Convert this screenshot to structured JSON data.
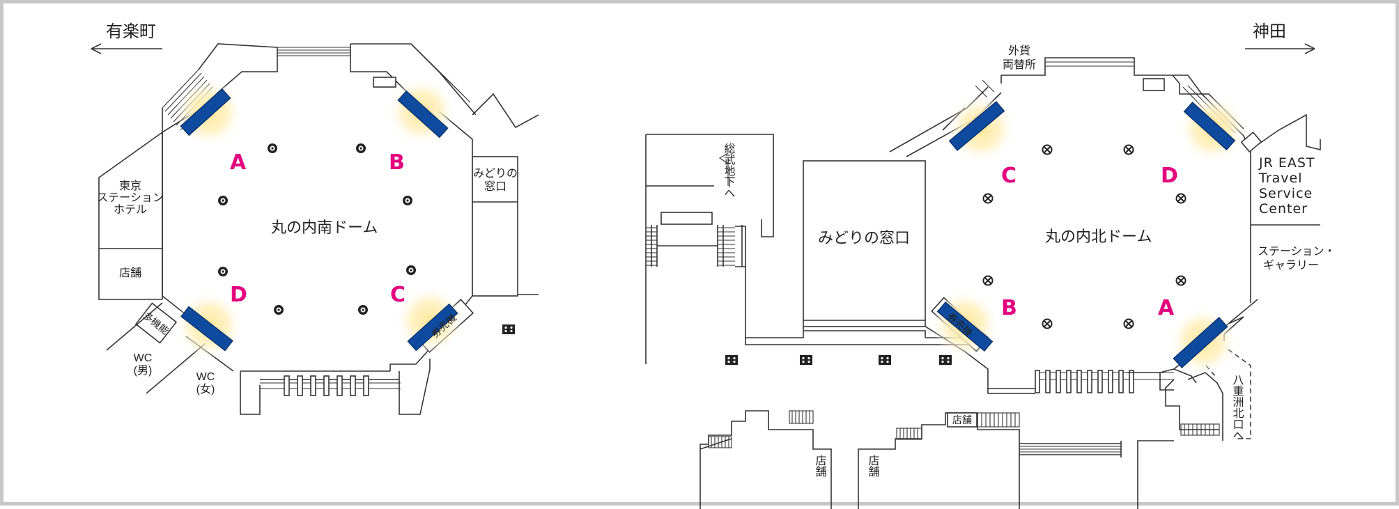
{
  "colors": {
    "gate": "#0e4a9e",
    "gate_label": "#e4007f",
    "glow": "#ffe79a",
    "frame": "#c7c7c7"
  },
  "south_dome": {
    "direction_label": "有楽町",
    "hall_label": "丸の内南ドーム",
    "gates": {
      "a": "A",
      "b": "B",
      "c": "C",
      "d": "D"
    },
    "rooms": {
      "hotel": [
        "東京",
        "ステーション",
        "ホテル"
      ],
      "shop": "店舗",
      "midori": [
        "みどりの",
        "窓口"
      ],
      "multi": "多機能",
      "ticket": "券売機",
      "wc_men": [
        "WC",
        "(男)"
      ],
      "wc_women": [
        "WC",
        "(女)"
      ]
    }
  },
  "north_dome": {
    "direction_label": "神田",
    "hall_label": "丸の内北ドーム",
    "gates": {
      "a": "A",
      "b": "B",
      "c": "C",
      "d": "D"
    },
    "rooms": {
      "exchange": [
        "外貨",
        "両替所"
      ],
      "sobu": "総武地下へ",
      "midori": "みどりの窓口",
      "jr_east": [
        "JR EAST",
        "Travel",
        "Service",
        "Center"
      ],
      "gallery": [
        "ステーション・",
        "ギャラリー"
      ],
      "ticket": "券売機",
      "yaesu": "八重洲北口へ",
      "shop_1": "店舗",
      "shop_2": "店舗",
      "shop_3": "店舗"
    }
  }
}
